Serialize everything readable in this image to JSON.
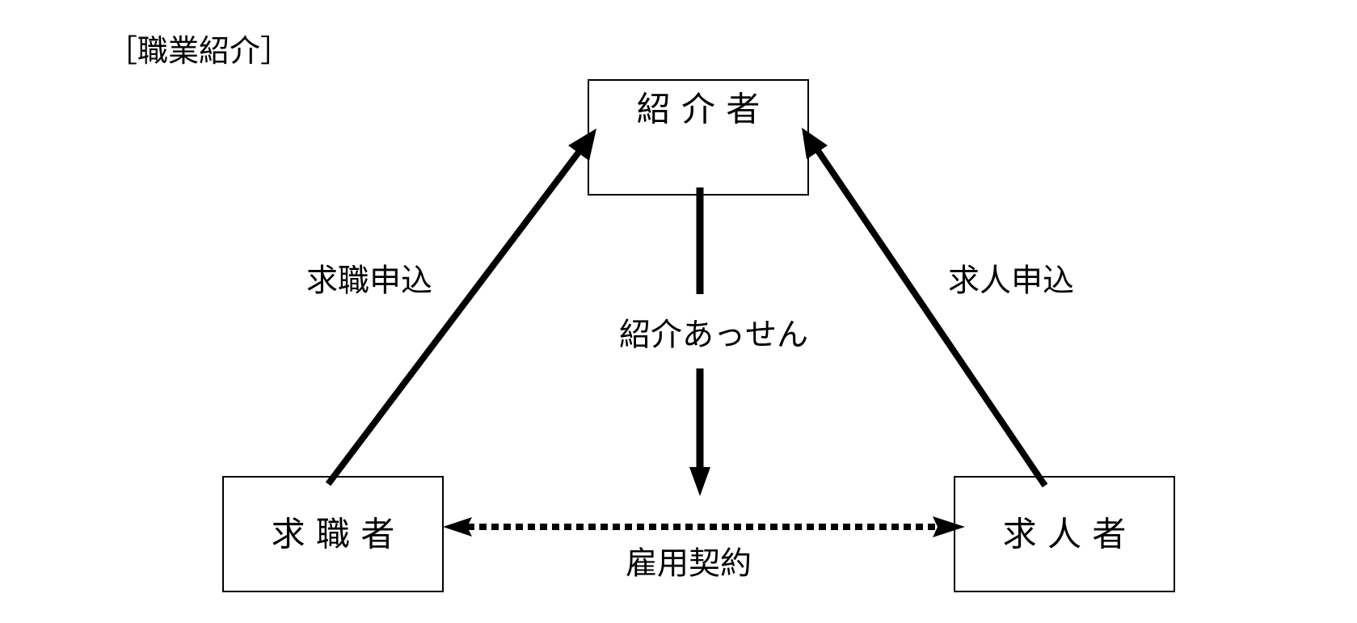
{
  "title": "［職業紹介］",
  "nodes": {
    "introducer": {
      "label": "紹 介 者"
    },
    "job_seeker": {
      "label": "求 職 者"
    },
    "employer": {
      "label": "求 人 者"
    }
  },
  "edges": {
    "job_application": {
      "label": "求職申込"
    },
    "job_offer": {
      "label": "求人申込"
    },
    "referral": {
      "label": "紹介あっせん"
    },
    "employment_contract": {
      "label": "雇用契約"
    }
  }
}
